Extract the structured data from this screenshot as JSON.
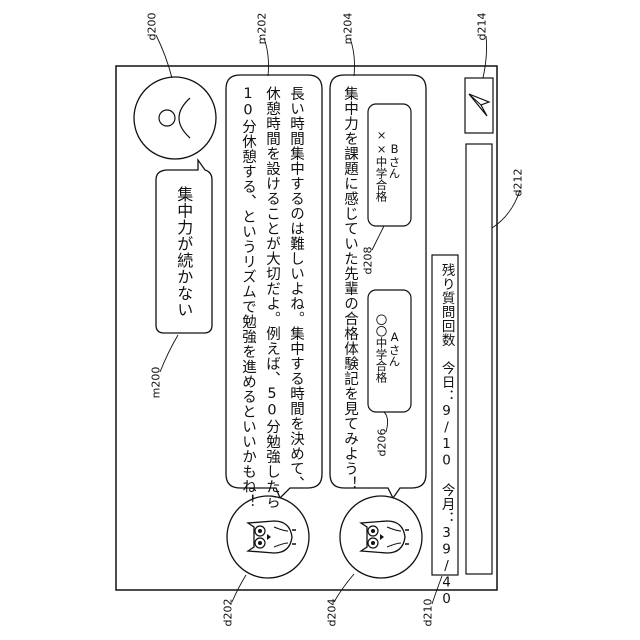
{
  "user_message": "集中力が続かない",
  "bot_message_1": [
    "長い時間集中するのは難しいよね。集中する時間を決めて、",
    "休憩時間を設けることが大切だよ。例えば、50分勉強したら",
    "10分休憩する、というリズムで勉強を進めるといいかもね！"
  ],
  "bot_message_2": "集中力を課題に感じていた先輩の合格体験記を見てみよう！",
  "cards": [
    {
      "name": "Aさん",
      "result": "〇〇中学合格"
    },
    {
      "name": "Bさん",
      "result": "××中学合格"
    }
  ],
  "remaining_questions": "残り質問回数　今日：9/10　今月：39/40",
  "input_text": "",
  "labels": {
    "d200": "d200",
    "m202": "m202",
    "m204": "m204",
    "d214": "d214",
    "d212": "d212",
    "m200": "m200",
    "d202": "d202",
    "d204": "d204",
    "d206": "d206",
    "d208": "d208",
    "d210": "d210"
  }
}
